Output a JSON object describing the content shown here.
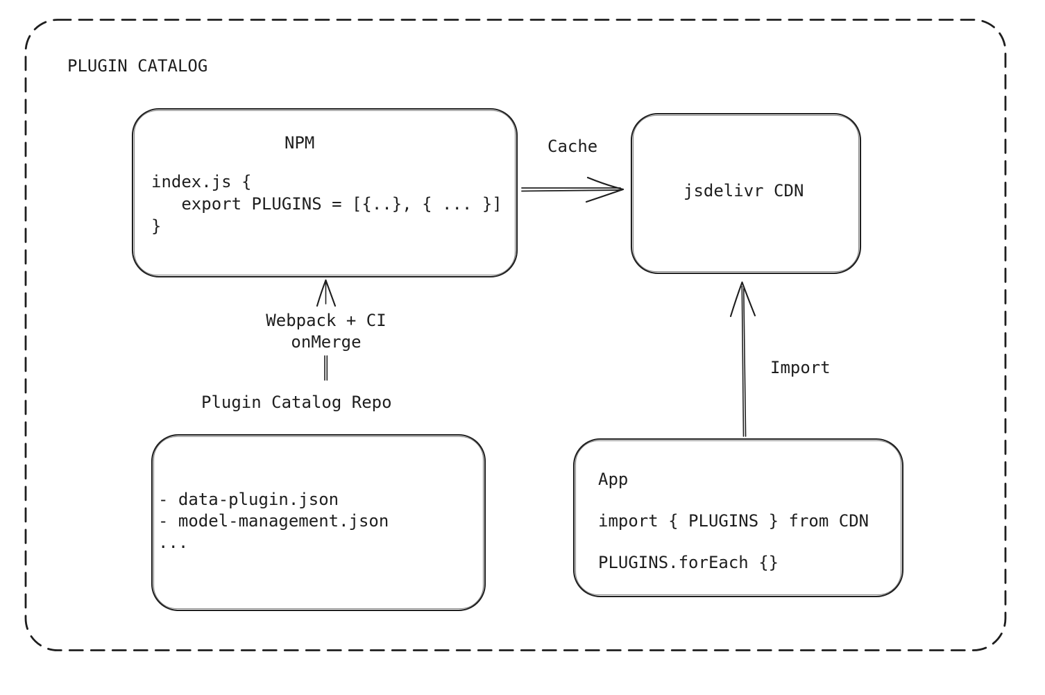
{
  "diagram": {
    "title": "PLUGIN CATALOG",
    "npm": {
      "title": "NPM",
      "code": "index.js {\n   export PLUGINS = [{..}, { ... }]\n}"
    },
    "cdn": {
      "label": "jsdelivr CDN"
    },
    "repo": {
      "label": "Plugin Catalog Repo",
      "contents": "- data-plugin.json\n- model-management.json\n..."
    },
    "app": {
      "title": "App",
      "code": "import { PLUGINS } from CDN\n\nPLUGINS.forEach {}"
    },
    "edges": {
      "cache_label": "Cache",
      "build_label": "Webpack + CI\nonMerge",
      "import_label": "Import"
    },
    "colors": {
      "stroke": "#1e1e1e",
      "background": "#ffffff"
    }
  }
}
